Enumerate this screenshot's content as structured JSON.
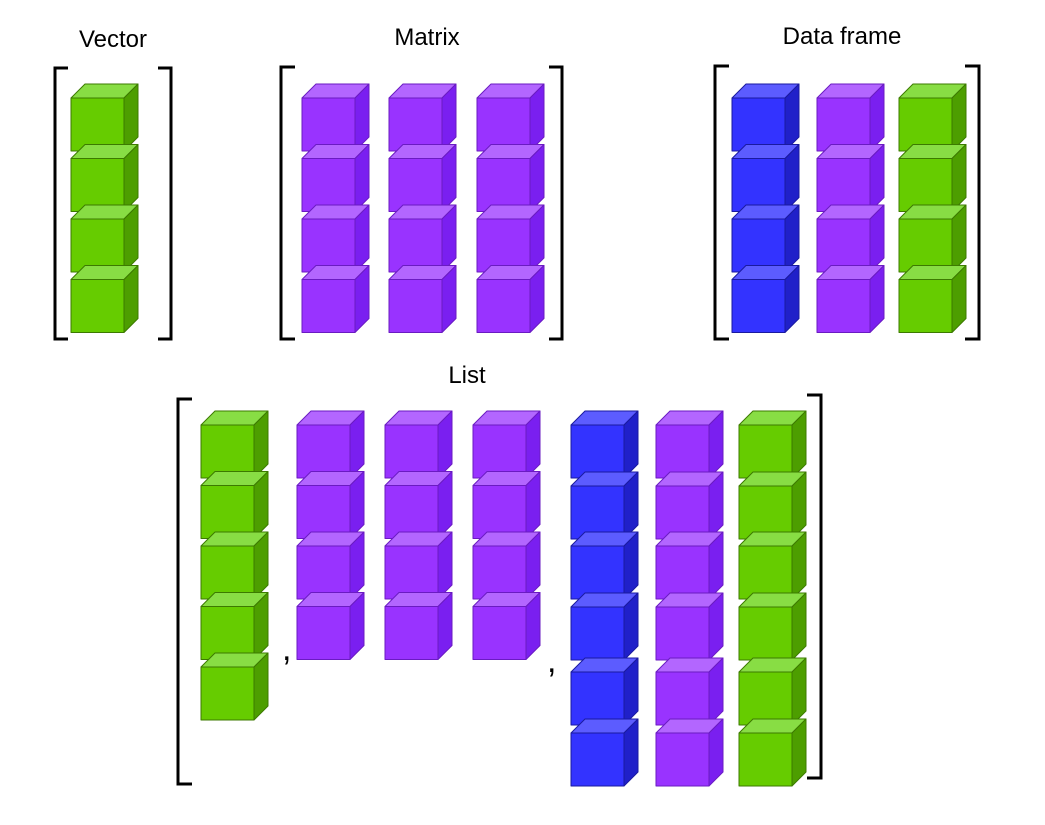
{
  "titles": {
    "vector": "Vector",
    "matrix": "Matrix",
    "data_frame": "Data frame",
    "list": "List"
  },
  "separators": {
    "comma": ","
  },
  "colors": {
    "green": {
      "front": "#66cc00",
      "top": "#88dd44",
      "side": "#4d9e00",
      "edge": "#3c7a00"
    },
    "purple": {
      "front": "#9933ff",
      "top": "#b366ff",
      "side": "#7a1ff0",
      "edge": "#6a1bc2"
    },
    "blue": {
      "front": "#3333ff",
      "top": "#5c5cff",
      "side": "#2020c9",
      "edge": "#1a1aa0"
    }
  },
  "structures": {
    "vector": {
      "columns": [
        "green"
      ],
      "rows": 4
    },
    "matrix": {
      "columns": [
        "purple",
        "purple",
        "purple"
      ],
      "rows": 4
    },
    "data_frame": {
      "columns": [
        "blue",
        "purple",
        "green"
      ],
      "rows": 4
    },
    "list": {
      "elements": [
        {
          "kind": "vector",
          "columns": [
            "green"
          ],
          "rows": 5
        },
        {
          "kind": "matrix",
          "columns": [
            "purple",
            "purple",
            "purple"
          ],
          "rows": 4
        },
        {
          "kind": "data_frame",
          "columns": [
            "blue",
            "purple",
            "green"
          ],
          "rows": 6
        }
      ]
    }
  }
}
